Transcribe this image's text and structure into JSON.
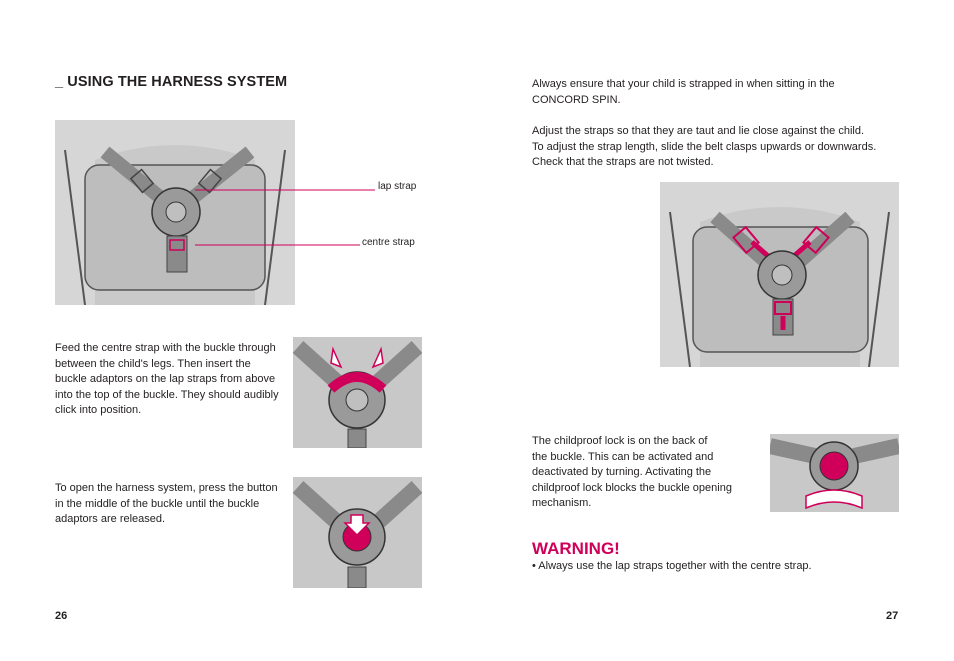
{
  "left_page": {
    "heading": "_ USING THE HARNESS SYSTEM",
    "labels": {
      "lap_strap": "lap strap",
      "centre_strap": "centre strap"
    },
    "para_insert": [
      "Feed the centre strap with the buckle through",
      "between the child's legs. Then insert the",
      "buckle adaptors on the lap straps from above",
      "into the top of the buckle. They should audibly",
      "click into position."
    ],
    "para_open": [
      "To open the harness system, press the button",
      "in the middle of the buckle until the buckle",
      "adaptors are released."
    ],
    "page_number": "26"
  },
  "right_page": {
    "para_ensure": [
      "Always ensure that your child is strapped in when sitting in the",
      "CONCORD SPIN."
    ],
    "para_adjust": [
      "Adjust the straps so that they are taut and lie close against the child.",
      "To adjust the strap length, slide the belt clasps upwards or downwards.",
      "Check that the straps are not twisted."
    ],
    "para_lock": [
      "The childproof lock is on the back of",
      "the buckle. This can be activated and",
      "deactivated by turning. Activating the",
      "childproof lock blocks the buckle opening",
      "mechanism."
    ],
    "warning_title": "WARNING!",
    "warning_bullet": "•  Always use the lap straps together with the centre strap.",
    "page_number": "27"
  },
  "colors": {
    "accent": "#d0005a",
    "text": "#231f20",
    "illustration_bg": "#c8c8c8",
    "strap": "#8e8e8e"
  }
}
